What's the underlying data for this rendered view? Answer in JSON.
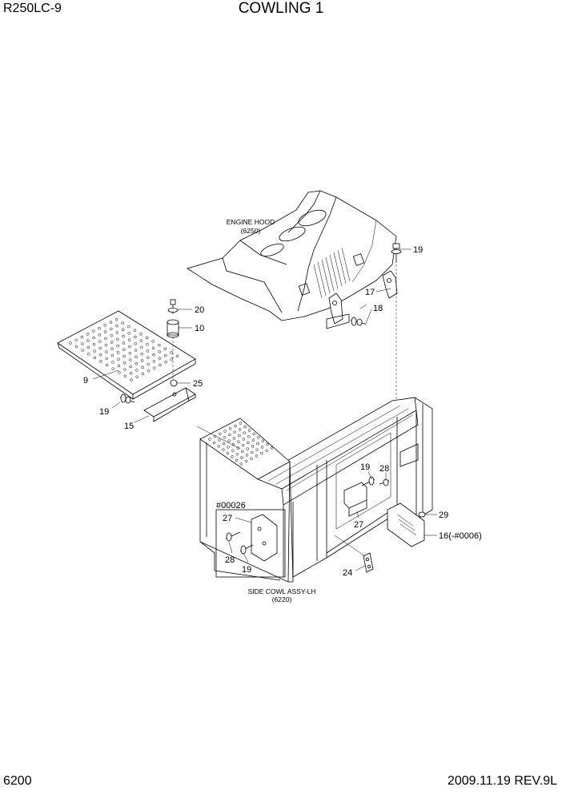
{
  "header": {
    "model": "R250LC-9",
    "title": "COWLING 1"
  },
  "footer": {
    "page_number": "6200",
    "date_rev": "2009.11.19  REV.9L"
  },
  "assemblies": {
    "engine_hood_name": "ENGINE HOOD",
    "engine_hood_code": "(6250)",
    "side_cowl_name": "SIDE COWL ASSY-LH",
    "side_cowl_code": "(6220)",
    "serial_note": "#00026"
  },
  "callouts": {
    "c9": "9",
    "c10": "10",
    "c15": "15",
    "c16": "16(-#0006)",
    "c17": "17",
    "c18": "18",
    "c19_top": "19",
    "c19_left": "19",
    "c19_mid": "19",
    "c19_box": "19",
    "c20": "20",
    "c24": "24",
    "c25": "25",
    "c27_right": "27",
    "c27_box": "27",
    "c28_right": "28",
    "c28_box": "28",
    "c29": "29"
  }
}
